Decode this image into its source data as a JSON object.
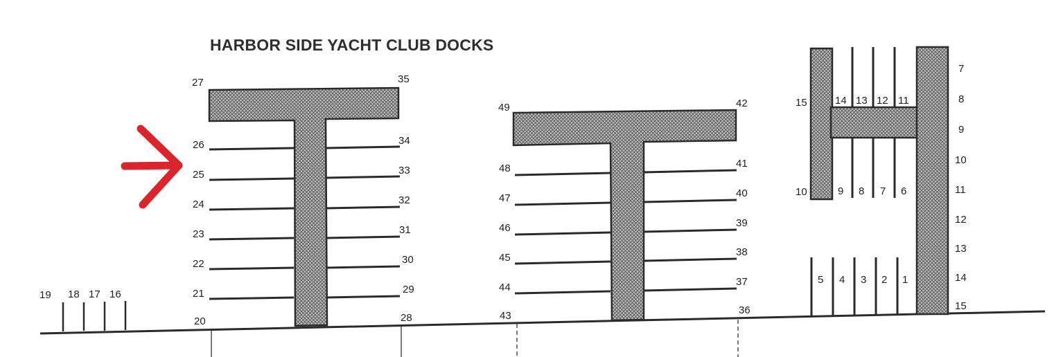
{
  "title": "HARBOR SIDE YACHT CLUB DOCKS",
  "colors": {
    "ink": "#2a2a2a",
    "arrow": "#d8262c",
    "hatch_fill": "#bdbdbd"
  },
  "icons": {
    "marker": "red-arrow-icon"
  },
  "slips": {
    "dock1": {
      "top_left": "27",
      "top_right": "35",
      "left": [
        "26",
        "25",
        "24",
        "23",
        "22",
        "21",
        "20"
      ],
      "right": [
        "34",
        "33",
        "32",
        "31",
        "30",
        "29",
        "28"
      ]
    },
    "dock2": {
      "top_left": "49",
      "top_right": "42",
      "left": [
        "48",
        "47",
        "46",
        "45",
        "44",
        "43"
      ],
      "right": [
        "41",
        "40",
        "39",
        "38",
        "37",
        "36"
      ]
    },
    "dock3": {
      "left_top": "15",
      "left_bottom": "10",
      "upper_row": [
        "14",
        "13",
        "12",
        "11"
      ],
      "middle_row": [
        "9",
        "8",
        "7",
        "6"
      ],
      "lower_row": [
        "5",
        "4",
        "3",
        "2",
        "1"
      ],
      "right_column": [
        "7",
        "8",
        "9",
        "10",
        "11",
        "12",
        "13",
        "14",
        "15"
      ]
    },
    "shore": [
      "19",
      "18",
      "17",
      "16"
    ]
  }
}
